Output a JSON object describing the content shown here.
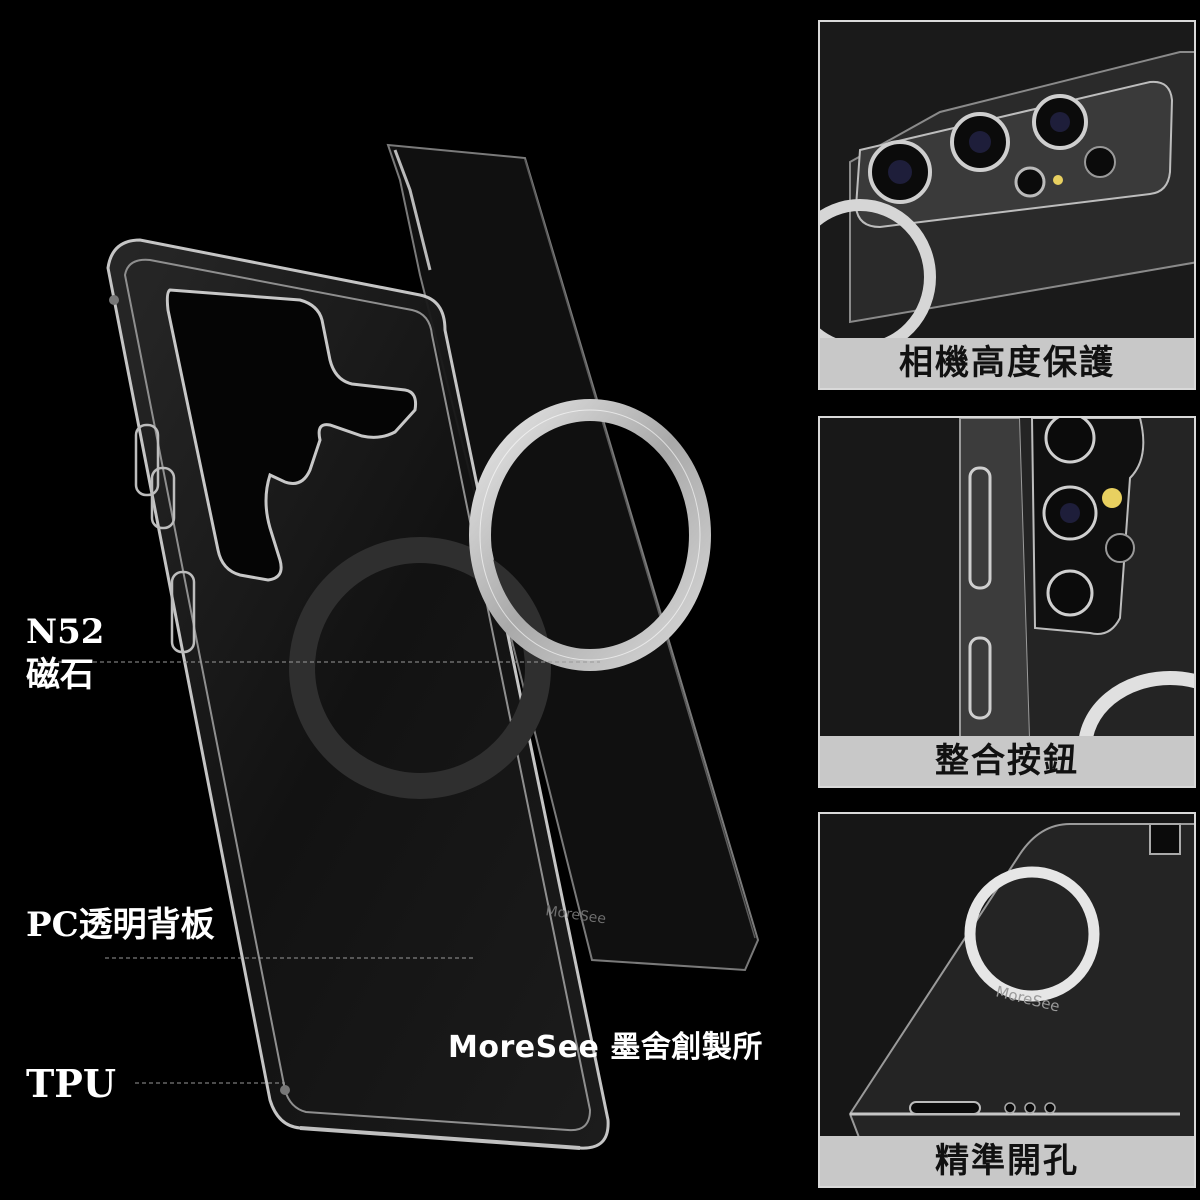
{
  "labels": {
    "n52": "N52",
    "magnet": "磁石",
    "pc_back": "PC透明背板",
    "tpu": "TPU"
  },
  "brand": "MoreSee 墨舍創製所",
  "case_logo": "MoreSee",
  "panels": [
    {
      "caption": "相機高度保護"
    },
    {
      "caption": "整合按鈕"
    },
    {
      "caption": "精準開孔"
    }
  ]
}
